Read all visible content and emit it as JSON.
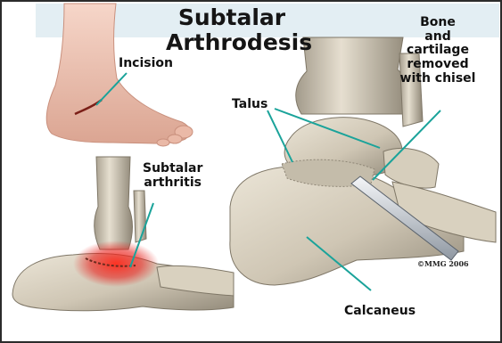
{
  "title": {
    "line1": "Subtalar",
    "line2": "Arthrodesis"
  },
  "labels": {
    "incision": "Incision",
    "subtalar_arthritis_1": "Subtalar",
    "subtalar_arthritis_2": "arthritis",
    "talus": "Talus",
    "bone_removed_1": "Bone",
    "bone_removed_2": "and",
    "bone_removed_3": "cartilage",
    "bone_removed_4": "removed",
    "bone_removed_5": "with chisel",
    "calcaneus": "Calcaneus"
  },
  "credit": "©MMG 2006",
  "colors": {
    "skin": "#f2c7b6",
    "bone": "#cdc4b2",
    "bone_shadow": "#8e8676",
    "leader_line": "#1aa39a",
    "inflammation": "#e8231e",
    "title_band": "#e3eef3"
  }
}
